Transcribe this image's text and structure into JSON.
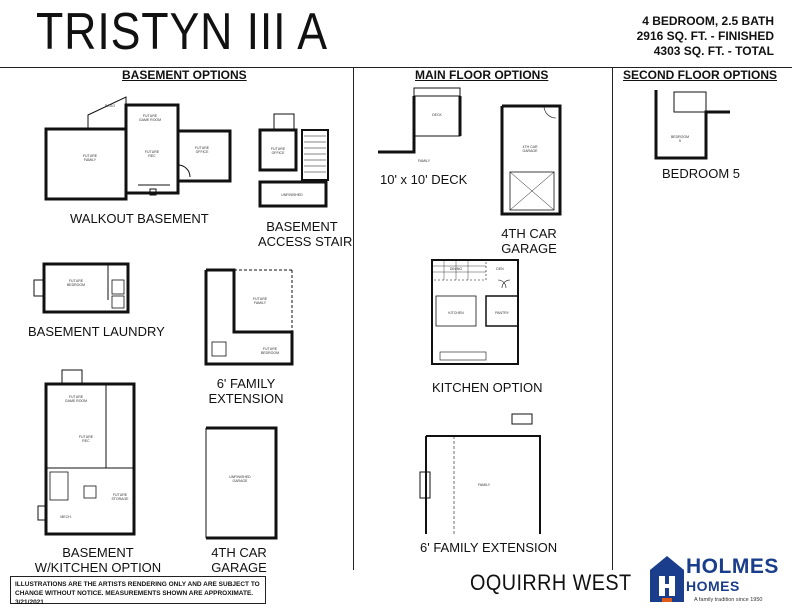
{
  "title": "TRISTYN III A",
  "specs": [
    "4 BEDROOM, 2.5 BATH",
    "2916 SQ. FT. - FINISHED",
    "4303 SQ. FT. - TOTAL"
  ],
  "sections": {
    "basement": "BASEMENT OPTIONS",
    "main": "MAIN FLOOR OPTIONS",
    "second": "SECOND FLOOR OPTIONS"
  },
  "labels": {
    "walkout": "WALKOUT BASEMENT",
    "stair_1": "BASEMENT",
    "stair_2": "ACCESS STAIR",
    "laundry": "BASEMENT LAUNDRY",
    "fam6_1": "6' FAMILY",
    "fam6_2": "EXTENSION",
    "bkitchen_1": "BASEMENT",
    "bkitchen_2": "W/KITCHEN OPTION",
    "garage_b_1": "4TH CAR",
    "garage_b_2": "GARAGE",
    "deck": "10' x 10' DECK",
    "garage_m_1": "4TH CAR",
    "garage_m_2": "GARAGE",
    "kitchen": "KITCHEN OPTION",
    "fam6_main": "6' FAMILY EXTENSION",
    "bedroom5": "BEDROOM 5"
  },
  "disclaimer": "ILLUSTRATIONS ARE THE ARTISTS RENDERING ONLY AND ARE SUBJECT TO CHANGE WITHOUT NOTICE. MEASUREMENTS SHOWN ARE APPROXIMATE. 3/21/2021",
  "community": "OQUIRRH WEST",
  "logo": {
    "name": "HOLMES",
    "sub": "HOMES",
    "tagline": "A family tradition since 1950",
    "color": "#1b3e8c"
  }
}
